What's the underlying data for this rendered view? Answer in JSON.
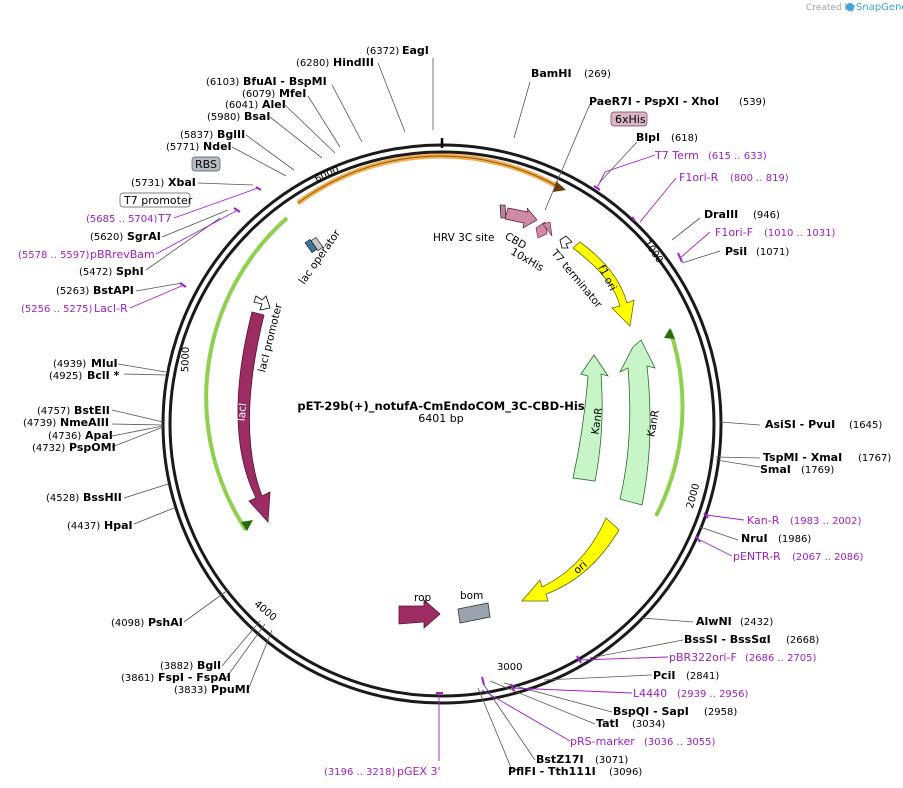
{
  "header": {
    "created_by": "Created by",
    "brand": "SnapGene"
  },
  "map": {
    "name": "pET-29b(+)_notufA-CmEndoCOM_3C-CBD-His",
    "length": "6401 bp",
    "ticks": [
      "1000",
      "2000",
      "3000",
      "4000",
      "5000",
      "6000"
    ]
  },
  "sites": [
    {
      "name": "EagI",
      "pos": "(6372)"
    },
    {
      "name": "BamHI",
      "pos": "(269)"
    },
    {
      "name": "PaeR7I - PspXI - XhoI",
      "pos": "(539)"
    },
    {
      "name": "BlpI",
      "pos": "(618)"
    },
    {
      "name": "DraIII",
      "pos": "(946)"
    },
    {
      "name": "PsiI",
      "pos": "(1071)"
    },
    {
      "name": "AsiSI - PvuI",
      "pos": "(1645)"
    },
    {
      "name": "TspMI - XmaI",
      "pos": "(1767)"
    },
    {
      "name": "SmaI",
      "pos": "(1769)"
    },
    {
      "name": "NruI",
      "pos": "(1986)"
    },
    {
      "name": "AlwNI",
      "pos": "(2432)"
    },
    {
      "name": "BssSI - BssSαI",
      "pos": "(2668)"
    },
    {
      "name": "PciI",
      "pos": "(2841)"
    },
    {
      "name": "BspQI - SapI",
      "pos": "(2958)"
    },
    {
      "name": "TatI",
      "pos": "(3034)"
    },
    {
      "name": "BstZ17I",
      "pos": "(3071)"
    },
    {
      "name": "PflFI - Tth111I",
      "pos": "(3096)"
    },
    {
      "name": "HindIII",
      "pos": "(6280)"
    },
    {
      "name": "BfuAI - BspMI",
      "pos": "(6103)"
    },
    {
      "name": "MfeI",
      "pos": "(6079)"
    },
    {
      "name": "AleI",
      "pos": "(6041)"
    },
    {
      "name": "BsaI",
      "pos": "(5980)"
    },
    {
      "name": "BglII",
      "pos": "(5837)"
    },
    {
      "name": "NdeI",
      "pos": "(5771)"
    },
    {
      "name": "XbaI",
      "pos": "(5731)"
    },
    {
      "name": "SgrAI",
      "pos": "(5620)"
    },
    {
      "name": "SphI",
      "pos": "(5472)"
    },
    {
      "name": "BstAPI",
      "pos": "(5263)"
    },
    {
      "name": "MluI",
      "pos": "(4939)"
    },
    {
      "name": "BclI *",
      "pos": "(4925)"
    },
    {
      "name": "BstEII",
      "pos": "(4757)"
    },
    {
      "name": "NmeAIII",
      "pos": "(4739)"
    },
    {
      "name": "ApaI",
      "pos": "(4736)"
    },
    {
      "name": "PspOMI",
      "pos": "(4732)"
    },
    {
      "name": "BssHII",
      "pos": "(4528)"
    },
    {
      "name": "HpaI",
      "pos": "(4437)"
    },
    {
      "name": "PshAI",
      "pos": "(4098)"
    },
    {
      "name": "BglI",
      "pos": "(3882)"
    },
    {
      "name": "FspI - FspAI",
      "pos": "(3861)"
    },
    {
      "name": "PpuMI",
      "pos": "(3833)"
    }
  ],
  "primers": [
    {
      "name": "T7 Term",
      "range": "(615 .. 633)"
    },
    {
      "name": "F1ori-R",
      "range": "(800 .. 819)"
    },
    {
      "name": "F1ori-F",
      "range": "(1010 .. 1031)"
    },
    {
      "name": "Kan-R",
      "range": "(1983 .. 2002)"
    },
    {
      "name": "pENTR-R",
      "range": "(2067 .. 2086)"
    },
    {
      "name": "pBR322ori-F",
      "range": "(2686 .. 2705)"
    },
    {
      "name": "L4440",
      "range": "(2939 .. 2956)"
    },
    {
      "name": "pRS-marker",
      "range": "(3036 .. 3055)"
    },
    {
      "name": "pGEX 3'",
      "range": "(3196 .. 3218)"
    },
    {
      "name": "T7",
      "range": "(5685 .. 5704)"
    },
    {
      "name": "pBRrevBam",
      "range": "(5578 .. 5597)"
    },
    {
      "name": "LacI-R",
      "range": "(5256 .. 5275)"
    }
  ],
  "boxed_labels": {
    "his_tag": "6xHis",
    "rbs": "RBS",
    "t7_promoter": "T7 promoter"
  },
  "features": {
    "hrv": "HRV 3C site",
    "cbd": "CBD",
    "his10": "10xHis",
    "t7_terminator": "T7 terminator",
    "f1_ori": "f1 ori",
    "kanr_inner": "KanR",
    "kanr_outer": "KanR",
    "ori": "ori",
    "rop": "rop",
    "bom": "bom",
    "laci": "lacI",
    "laci_promoter": "lacI promoter",
    "lac_operator": "lac operator"
  },
  "colors": {
    "backbone": "#1a1a1a",
    "primer": "#a020c8",
    "laci": "#9b2d63",
    "f1": "#ffff00",
    "kanr": "#c8f5c8",
    "gray": "#9aa3ab",
    "orange": "#f3a43a",
    "green": "#8fd14f"
  }
}
